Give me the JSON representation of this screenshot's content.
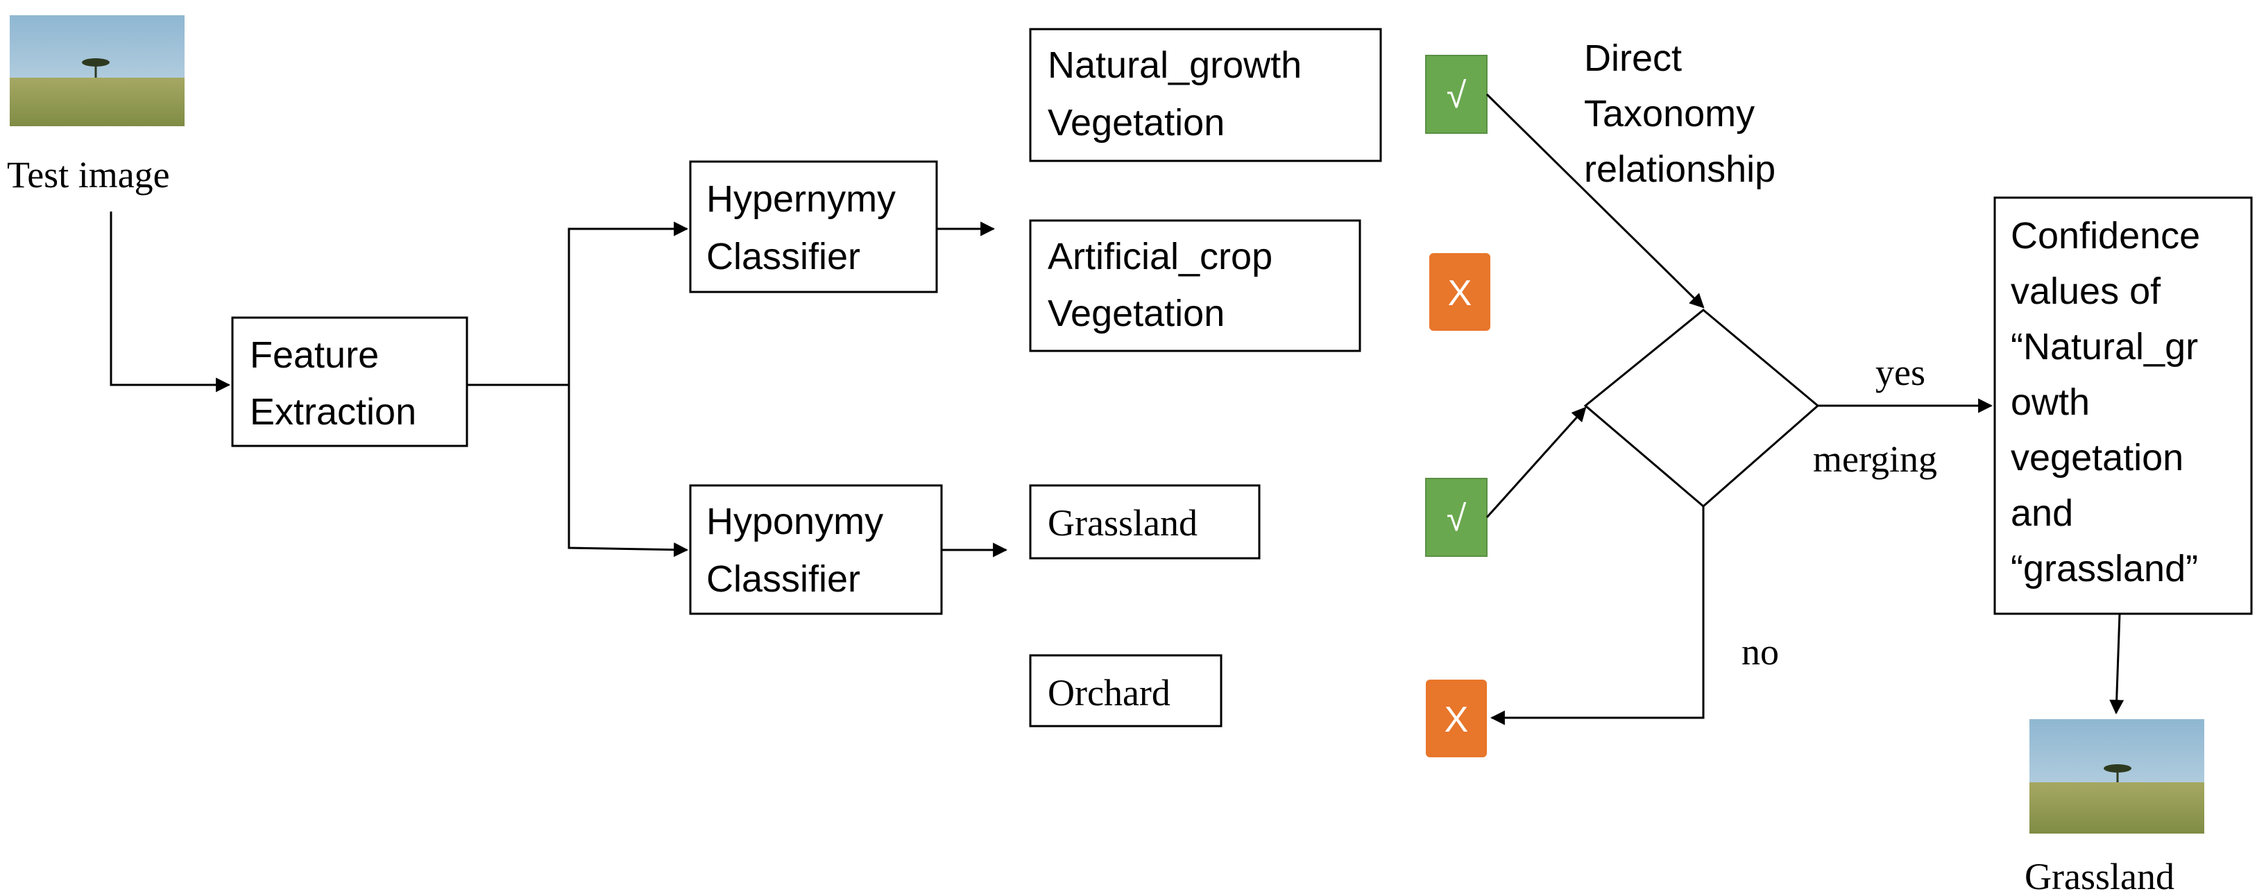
{
  "test_image_label": "Test image",
  "feature_extraction": [
    "Feature",
    "Extraction"
  ],
  "hypernymy_classifier": [
    "Hypernymy",
    "Classifier"
  ],
  "hyponymy_classifier": [
    "Hyponymy",
    "Classifier"
  ],
  "natural_growth": [
    "Natural_growth",
    "Vegetation"
  ],
  "artificial_crop": [
    "Artificial_crop",
    "Vegetation"
  ],
  "grassland_class": "Grassland",
  "orchard_class": "Orchard",
  "direct_taxonomy": [
    "Direct",
    "Taxonomy",
    "relationship"
  ],
  "yes_label": "yes",
  "merging_label": "merging",
  "no_label": "no",
  "confidence_box": [
    "Confidence",
    "values of",
    "“Natural_gr",
    "owth",
    "vegetation",
    "and",
    "“grassland”"
  ],
  "result_label": "Grassland",
  "check_glyph": "√",
  "cross_glyph": "X",
  "colors": {
    "check_green": "#6aa84f",
    "cross_orange": "#e8762b",
    "sky": "#9cc0d8",
    "grass": "#8e9a55"
  }
}
